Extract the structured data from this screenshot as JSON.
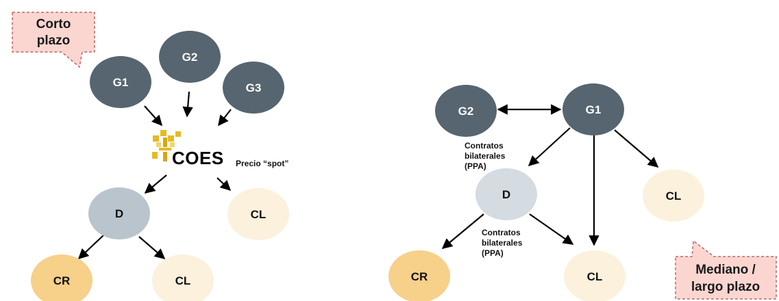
{
  "colors": {
    "generator": "#56656f",
    "distributor": "#b9c4cc",
    "regulated_client": "#f7d08a",
    "free_client": "#fcf1dc",
    "callout_fill": "#fbd6d1",
    "callout_border": "#c0675f",
    "logo_gold": "#e8b923",
    "arrow": "#000000"
  },
  "left_panel": {
    "callout": {
      "line1": "Corto",
      "line2": "plazo"
    },
    "g1": "G1",
    "g2": "G2",
    "g3": "G3",
    "logo": {
      "icon": "coes-logo-icon",
      "text": "COES"
    },
    "price_label": "Precio “spot”",
    "d": "D",
    "cl_top": "CL",
    "cr": "CR",
    "cl_bottom": "CL"
  },
  "right_panel": {
    "g2": "G2",
    "g1": "G1",
    "contracts_top": {
      "line1": "Contratos",
      "line2": "bilaterales",
      "line3": "(PPA)"
    },
    "d": "D",
    "cl_right": "CL",
    "contracts_bottom": {
      "line1": "Contratos",
      "line2": "bilaterales",
      "line3": "(PPA)"
    },
    "cr": "CR",
    "cl_bottom": "CL",
    "callout": {
      "line1": "Mediano /",
      "line2": "largo plazo"
    }
  }
}
